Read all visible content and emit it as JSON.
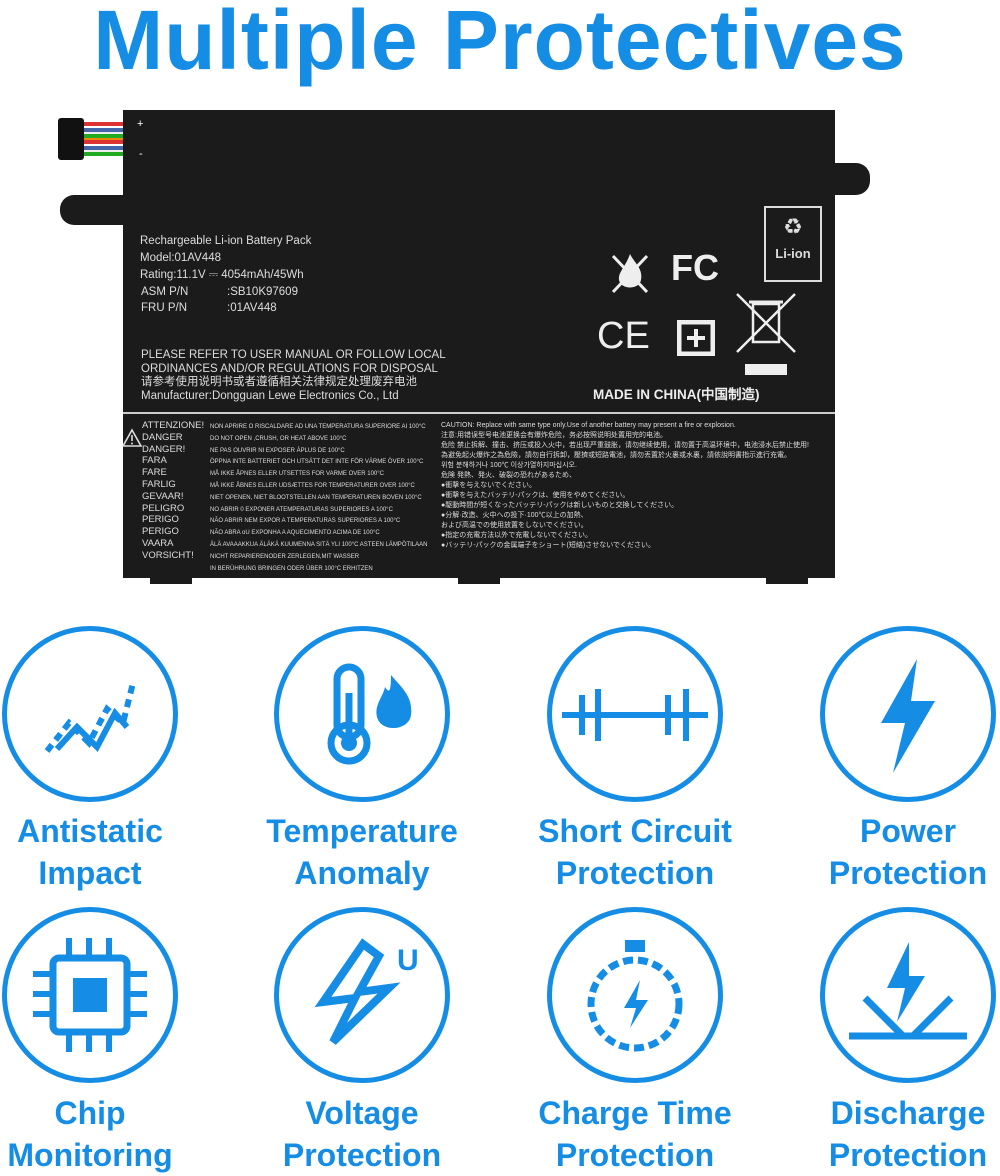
{
  "title": "Multiple Protectives",
  "battery": {
    "plus": "+",
    "minus": "-",
    "line1": "Rechargeable Li-ion Battery Pack",
    "model": "Model:01AV448",
    "rating": "Rating:11.1V ⎓ 4054mAh/45Wh",
    "asm_label": "ASM P/N",
    "asm_value": ":SB10K97609",
    "fru_label": "FRU P/N",
    "fru_value": ":01AV448",
    "disposal1": "PLEASE REFER TO USER MANUAL OR FOLLOW LOCAL",
    "disposal2": "ORDINANCES AND/OR REGULATIONS FOR DISPOSAL",
    "disposal3": "请参考使用说明书或者遵循相关法律规定处理废弃电池",
    "manufacturer": "Manufacturer:Dongguan Lewe Electronics Co., Ltd",
    "fc": "FC",
    "ce": "CE",
    "liion": "Li-ion",
    "made_in": "MADE IN CHINA(中国制造)",
    "warnings": [
      {
        "k": "ATTENZIONE!",
        "v": "NON APRIRE O RISCALDARE AD UNA TEMPERATURA SUPERIORE AI 100°C"
      },
      {
        "k": "DANGER",
        "v": "DO NOT OPEN ,CRUSH, OR HEAT ABOVE 100°C"
      },
      {
        "k": "DANGER!",
        "v": "NE PAS OUVRIR NI EXPOSER ÀPLUS DE 100°C"
      },
      {
        "k": "FARA",
        "v": "ÖPPNA INTE BATTERIET OCH UTSÄTT DET INTE FÖR VÄRME ÖVER 100°C"
      },
      {
        "k": "FARE",
        "v": "MÅ IKKE ÅPNES ELLER UTSETTES FOR VARME OVER 100°C"
      },
      {
        "k": "FARLIG",
        "v": "MÅ IKKE ÅBNES ELLER UDSÆTTES FOR TEMPERATURER OVER 100°C"
      },
      {
        "k": "GEVAAR!",
        "v": "NIET OPENEN, NIET BLOOTSTELLEN AAN TEMPERATUREN BOVEN 100°C"
      },
      {
        "k": "PELIGRO",
        "v": "NO ABRIR 0 EXPONER ATEMPERATURAS SUPERIORES A 100°C"
      },
      {
        "k": "PERIGO",
        "v": "NÃO ABRIR NEM EXPOR A TEMPERATURAS SUPERIORES A 100°C"
      },
      {
        "k": "PERIGO",
        "v": "NÃO ABRA oU EXPONHA A AQUECIMENTO ACIMA DE 100°C"
      },
      {
        "k": "VAARA",
        "v": "ÄLÄ AVAAAKKUA ÄLÄKÄ KUUMENNA SITÄ YLI 100°C ASTEEN LÄMPÖTILAAN"
      },
      {
        "k": "VORSICHT!",
        "v": "NICHT REPARIERENODER ZERLEGEN,MIT WASSER"
      },
      {
        "k": "",
        "v": "IN BERÜHRUNG BRINGEN ODER ÜBER 100°C ERHITZEN"
      }
    ],
    "caution": [
      "CAUTION: Replace with same type only.Use of another battery may present a fire or explosion.",
      "注意:用错误型号电池更换会有爆炸危险，务必按照说明处置用完的电池。",
      "危险  禁止拆解、撞击、挤压或投入火中，若出现严重鼓胀，请勿继续使用，请勿置于高温环境中，电池浸水后禁止使用!",
      "為避免起火爆炸之為危險，請勿自行拆卸，壓擠或短路電池，請勿丟置於火裏或水裏，請依說明書指示進行充電。",
      "위험  분해하거나 100℃ 이상가열하지마십시오.",
      "危険  発熱、発火、破裂の恐れがあるため、",
      "●衝撃を与えないでください。",
      "●衝撃を与えたバッテリ-パックは、使用をやめてください。",
      "●駆動時間が短くなったバッテリ-パックは新しいものと交換してください。",
      "●分解·改造、火中への投下·100℃以上の加熱、",
      "  および高温での使用放置をしないでください。",
      "●指定の充電方法以外で充電しないでください。",
      "●バッテリ-パックの金属端子をショート(短絡)させないでください。"
    ]
  },
  "features": [
    {
      "icon": "antistatic-icon",
      "l1": "Antistatic",
      "l2": "Impact"
    },
    {
      "icon": "thermometer-flame-icon",
      "l1": "Temperature",
      "l2": "Anomaly"
    },
    {
      "icon": "short-circuit-icon",
      "l1": "Short Circuit",
      "l2": "Protection"
    },
    {
      "icon": "lightning-bolt-icon",
      "l1": "Power",
      "l2": "Protection"
    },
    {
      "icon": "chip-icon",
      "l1": "Chip",
      "l2": "Monitoring"
    },
    {
      "icon": "voltage-icon",
      "l1": "Voltage",
      "l2": "Protection"
    },
    {
      "icon": "stopwatch-icon",
      "l1": "Charge Time",
      "l2": "Protection"
    },
    {
      "icon": "discharge-icon",
      "l1": "Discharge",
      "l2": "Protection"
    }
  ],
  "colors": {
    "accent": "#168de5",
    "battery": "#1b1b1b"
  }
}
